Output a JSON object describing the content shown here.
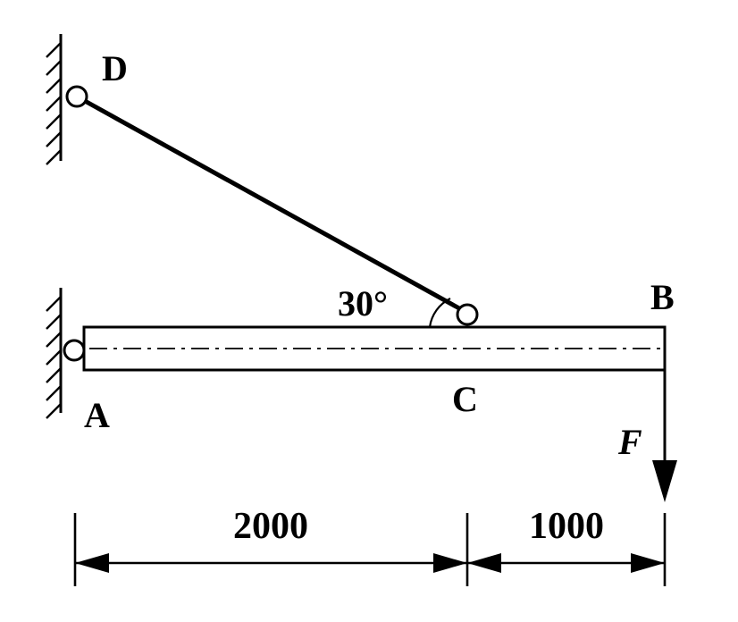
{
  "labels": {
    "point_d": "D",
    "point_a": "A",
    "point_b": "B",
    "point_c": "C",
    "angle": "30°",
    "force": "F"
  },
  "dimensions": {
    "ac": "2000",
    "cb": "1000"
  }
}
